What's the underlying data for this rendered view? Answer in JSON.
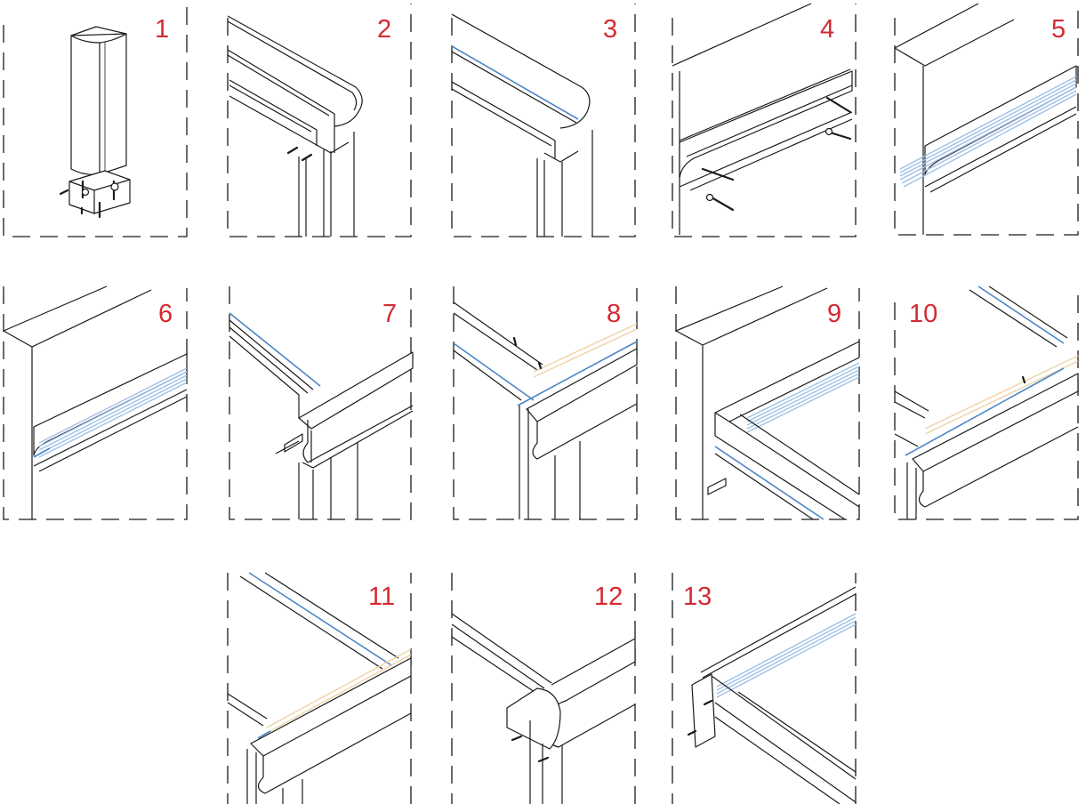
{
  "panels": [
    {
      "step": "1"
    },
    {
      "step": "2"
    },
    {
      "step": "3"
    },
    {
      "step": "4"
    },
    {
      "step": "5"
    },
    {
      "step": "6"
    },
    {
      "step": "7"
    },
    {
      "step": "8"
    },
    {
      "step": "9"
    },
    {
      "step": "10"
    },
    {
      "step": "11"
    },
    {
      "step": "12"
    },
    {
      "step": "13"
    }
  ],
  "colors": {
    "step_number": "#d42a32",
    "line_art": "#1a1a1a",
    "glazing_highlight": "#4a86c5",
    "glazing_light": "#9dc0e6",
    "seal_highlight": "#efd3a6",
    "background": "#ffffff"
  }
}
